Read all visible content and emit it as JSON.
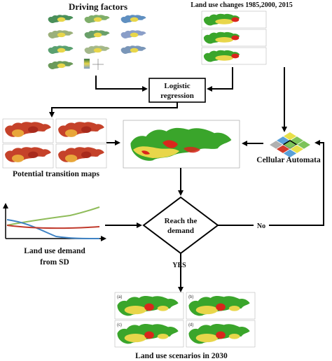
{
  "labels": {
    "driving_factors": "Driving factors",
    "land_use_changes": "Land use changes 1985,2000, 2015",
    "logistic_line1": "Logistic",
    "logistic_line2": "regression",
    "potential_maps": "Potential transition maps",
    "cellular_automata": "Cellular Automata",
    "reach_line1": "Reach the",
    "reach_line2": "demand",
    "no": "No",
    "yes": "YES",
    "demand_line1": "Land use demand",
    "demand_line2": "from SD",
    "scenarios": "Land use scenarios in 2030"
  },
  "scenario_tags": [
    "(a)",
    "(b)",
    "(c)",
    "(d)"
  ],
  "colors": {
    "forest": "#3aa52b",
    "urban": "#d9261c",
    "crop": "#e8d64a",
    "potential": "#c5422a",
    "line_green": "#8fbc5a",
    "line_blue": "#3f83c4",
    "line_red": "#c0392b",
    "ca_yellow": "#e8e04a",
    "ca_green": "#7dc35a",
    "ca_blue": "#5aa0d8",
    "ca_red": "#d23a2a",
    "ca_grey": "#b0b0b0",
    "arrow": "#000000"
  }
}
